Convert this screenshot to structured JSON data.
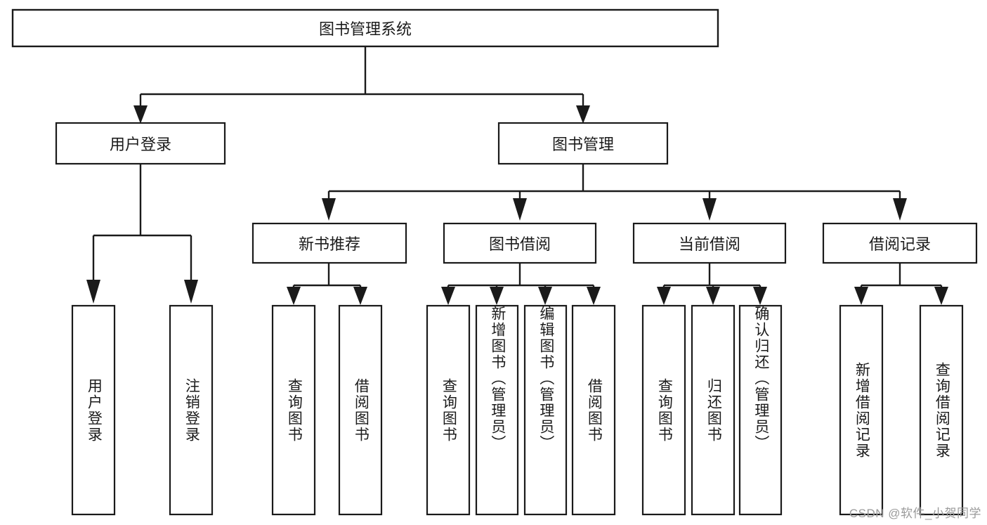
{
  "diagram": {
    "type": "tree-hierarchy-chart",
    "title": "图书管理系统",
    "watermark": "CSDN @软件_小贺同学",
    "colors": {
      "box_stroke": "#1a1a1a",
      "box_fill": "#ffffff",
      "connector": "#1a1a1a",
      "text": "#1b1b1b",
      "background": "#ffffff",
      "watermark": "#9a9a9a"
    },
    "root": {
      "label": "图书管理系统"
    },
    "level2": [
      {
        "label": "用户登录"
      },
      {
        "label": "图书管理"
      }
    ],
    "level3": [
      {
        "label": "新书推荐"
      },
      {
        "label": "图书借阅"
      },
      {
        "label": "当前借阅"
      },
      {
        "label": "借阅记录"
      }
    ],
    "leaves": {
      "user_login": [
        {
          "label": "用户登录"
        },
        {
          "label": "注销登录"
        }
      ],
      "new_book_recommend": [
        {
          "label": "查询图书"
        },
        {
          "label": "借阅图书"
        }
      ],
      "book_borrow": [
        {
          "label": "查询图书"
        },
        {
          "label": "新增图书（管理员）"
        },
        {
          "label": "编辑图书（管理员）"
        },
        {
          "label": "借阅图书"
        }
      ],
      "current_borrow": [
        {
          "label": "查询图书"
        },
        {
          "label": "归还图书"
        },
        {
          "label": "确认归还（管理员）"
        }
      ],
      "borrow_record": [
        {
          "label": "新增借阅记录"
        },
        {
          "label": "查询借阅记录"
        }
      ]
    }
  }
}
